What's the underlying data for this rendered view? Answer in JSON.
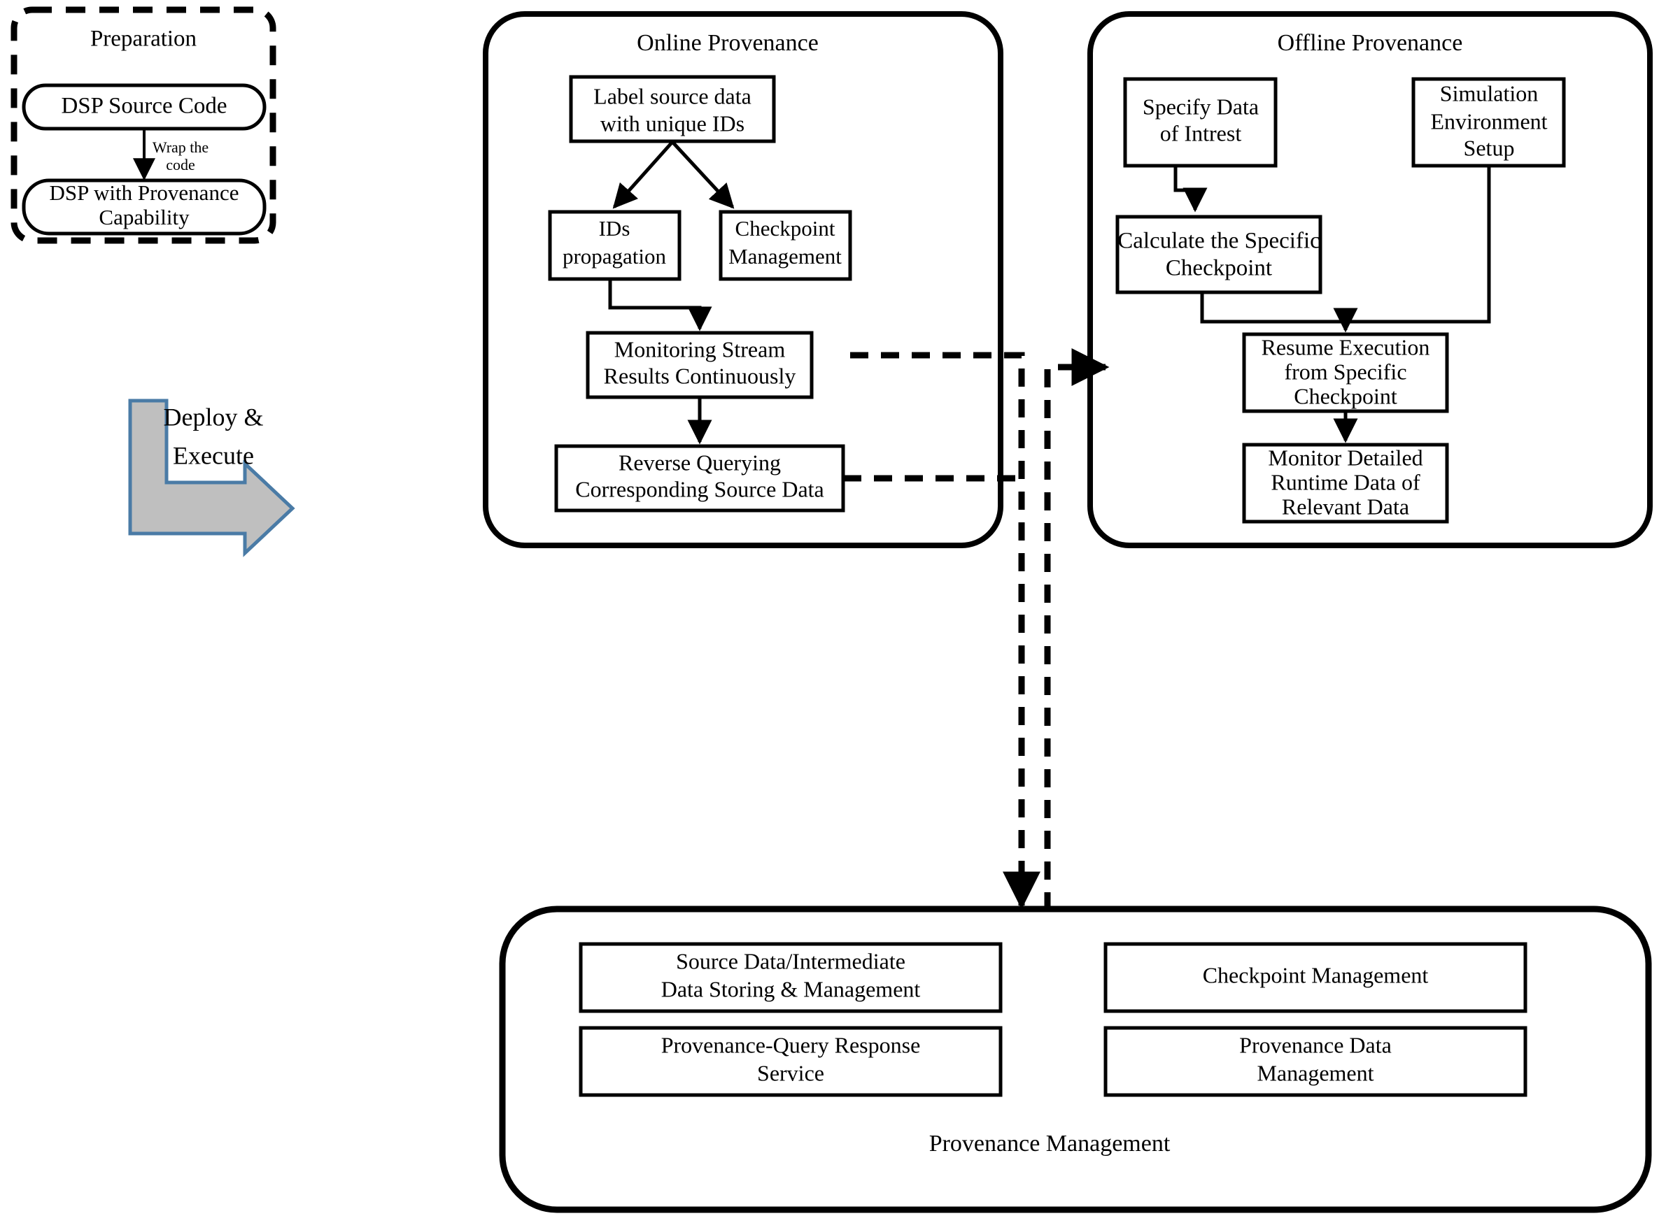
{
  "figure": {
    "title": "DSP Provenance Architecture",
    "colors": {
      "stroke": "#000000",
      "background": "#ffffff",
      "arrow_fill": "#bfbfbf",
      "arrow_stroke": "#4a7ba6"
    }
  },
  "preparation": {
    "title": "Preparation",
    "nodes": [
      {
        "id": "dsp-source-code",
        "label": "DSP Source Code"
      },
      {
        "id": "dsp-with-provenance",
        "label_line1": "DSP with Provenance",
        "label_line2": "Capability"
      }
    ],
    "edge_label_line1": "Wrap the",
    "edge_label_line2": "code"
  },
  "deploy_arrow": {
    "label_line1": "Deploy &",
    "label_line2": "Execute"
  },
  "online_provenance": {
    "title": "Online Provenance",
    "nodes": [
      {
        "id": "label-source-data",
        "line1": "Label source data",
        "line2": "with unique IDs"
      },
      {
        "id": "ids-propagation",
        "line1": "IDs",
        "line2": "propagation"
      },
      {
        "id": "checkpoint-management",
        "line1": "Checkpoint",
        "line2": "Management"
      },
      {
        "id": "monitoring-stream",
        "line1": "Monitoring Stream",
        "line2": "Results Continuously"
      },
      {
        "id": "reverse-querying",
        "line1": "Reverse Querying",
        "line2": "Corresponding Source Data"
      }
    ]
  },
  "offline_provenance": {
    "title": "Offline Provenance",
    "nodes": [
      {
        "id": "specify-data-of-interest",
        "line1": "Specify Data",
        "line2": "of Intrest"
      },
      {
        "id": "simulation-environment-setup",
        "line1": "Simulation",
        "line2": "Environment",
        "line3": "Setup"
      },
      {
        "id": "calculate-specific-checkpoint",
        "line1": "Calculate the Specific",
        "line2": "Checkpoint"
      },
      {
        "id": "resume-execution",
        "line1": "Resume Execution",
        "line2": "from Specific",
        "line3": "Checkpoint"
      },
      {
        "id": "monitor-detailed-runtime",
        "line1": "Monitor Detailed",
        "line2": "Runtime Data of",
        "line3": "Relevant Data"
      }
    ]
  },
  "provenance_management": {
    "title": "Provenance Management",
    "nodes": [
      {
        "id": "source-data-storing",
        "line1": "Source Data/Intermediate",
        "line2": "Data Storing & Management"
      },
      {
        "id": "checkpoint-management-pm",
        "line1": "Checkpoint Management"
      },
      {
        "id": "provenance-query-response",
        "line1": "Provenance-Query Response",
        "line2": "Service"
      },
      {
        "id": "provenance-data-management",
        "line1": "Provenance Data",
        "line2": "Management"
      }
    ]
  }
}
